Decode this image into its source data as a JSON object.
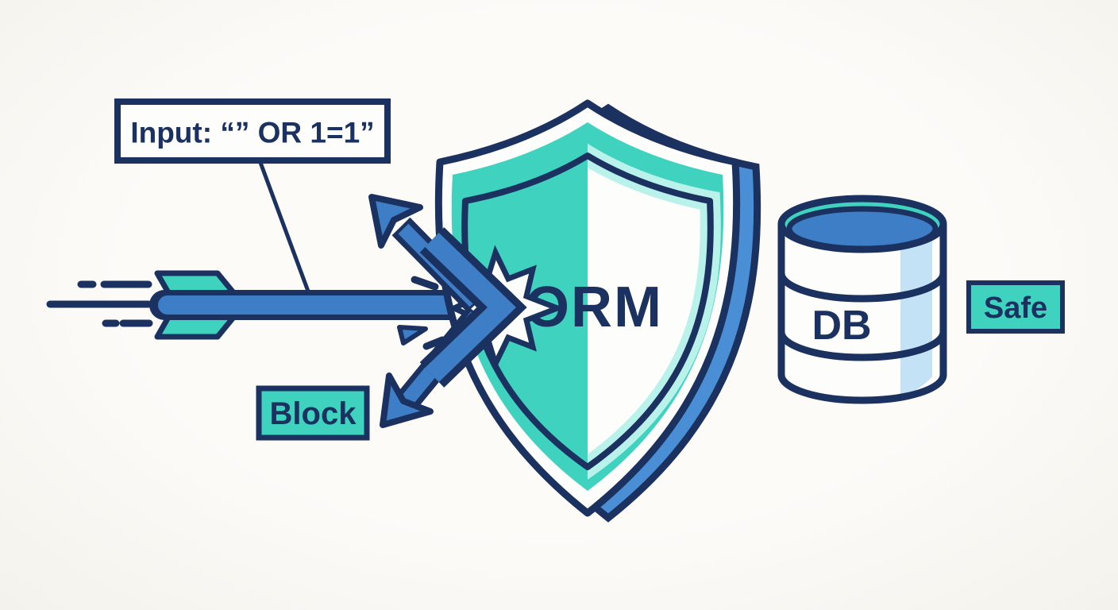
{
  "callout": {
    "text": "Input: “” OR 1=1”"
  },
  "attack": {
    "block_label": "Block"
  },
  "shield": {
    "label": "ORM"
  },
  "database": {
    "label": "DB",
    "status_label": "Safe"
  },
  "colors": {
    "navy": "#1b3260",
    "blue": "#3d7ec7",
    "blue2": "#4a8fd6",
    "teal": "#3fd2bf",
    "teal2": "#b9f2ea",
    "stripe": "#c3e2f6",
    "paper": "#fcfbf8",
    "white": "#fdfdfc"
  }
}
